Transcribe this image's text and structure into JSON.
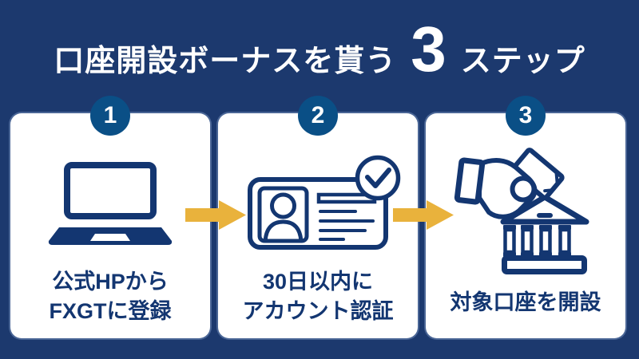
{
  "title": {
    "prefix": "口座開設ボーナスを貰う",
    "number": "3",
    "suffix": "ステップ"
  },
  "steps": [
    {
      "number": "1",
      "icon": "laptop-icon",
      "caption_lines": [
        "公式HPから",
        "FXGTに登録"
      ]
    },
    {
      "number": "2",
      "icon": "id-card-verified-icon",
      "caption_lines": [
        "30日以内に",
        "アカウント認証"
      ]
    },
    {
      "number": "3",
      "icon": "bank-deposit-icon",
      "caption_lines": [
        "対象口座を開設"
      ]
    }
  ],
  "arrows": [
    {
      "icon": "arrow-right-icon"
    },
    {
      "icon": "arrow-right-icon"
    }
  ],
  "colors": {
    "background": "#1C396E",
    "card_background": "#FFFFFF",
    "card_outline": "#A0B9E1",
    "badge_blue": "#0A4F86",
    "icon_text_navy": "#133671",
    "arrow_gold": "#E9B23C",
    "title_text": "#FFFFFF"
  }
}
